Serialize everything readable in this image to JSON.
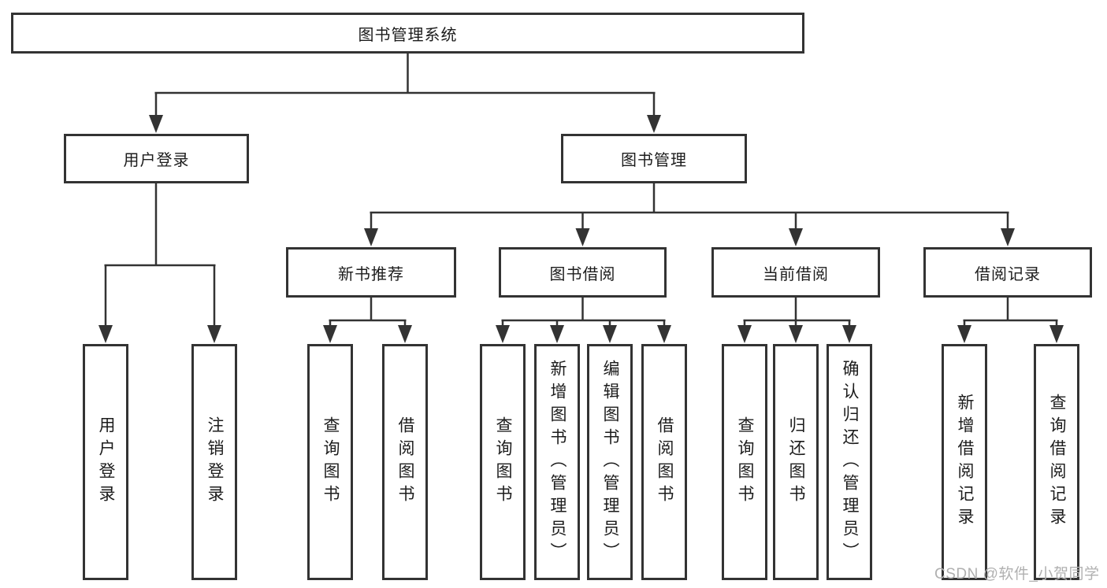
{
  "tree": {
    "root": {
      "label": "图书管理系统"
    },
    "branches": [
      {
        "label": "用户登录",
        "children": [
          {
            "label": "用户登录"
          },
          {
            "label": "注销登录"
          }
        ]
      },
      {
        "label": "图书管理",
        "children": [
          {
            "label": "新书推荐",
            "children": [
              {
                "label": "查询图书"
              },
              {
                "label": "借阅图书"
              }
            ]
          },
          {
            "label": "图书借阅",
            "children": [
              {
                "label": "查询图书"
              },
              {
                "label": "新增图书（管理员）"
              },
              {
                "label": "编辑图书（管理员）"
              },
              {
                "label": "借阅图书"
              }
            ]
          },
          {
            "label": "当前借阅",
            "children": [
              {
                "label": "查询图书"
              },
              {
                "label": "归还图书"
              },
              {
                "label": "确认归还（管理员）"
              }
            ]
          },
          {
            "label": "借阅记录",
            "children": [
              {
                "label": "新增借阅记录"
              },
              {
                "label": "查询借阅记录"
              }
            ]
          }
        ]
      }
    ]
  },
  "watermark": "CSDN @软件_小贺同学",
  "colors": {
    "line": "#333333",
    "text": "#1c1c1c",
    "watermark": "#b0b0b0",
    "background": "#ffffff"
  }
}
